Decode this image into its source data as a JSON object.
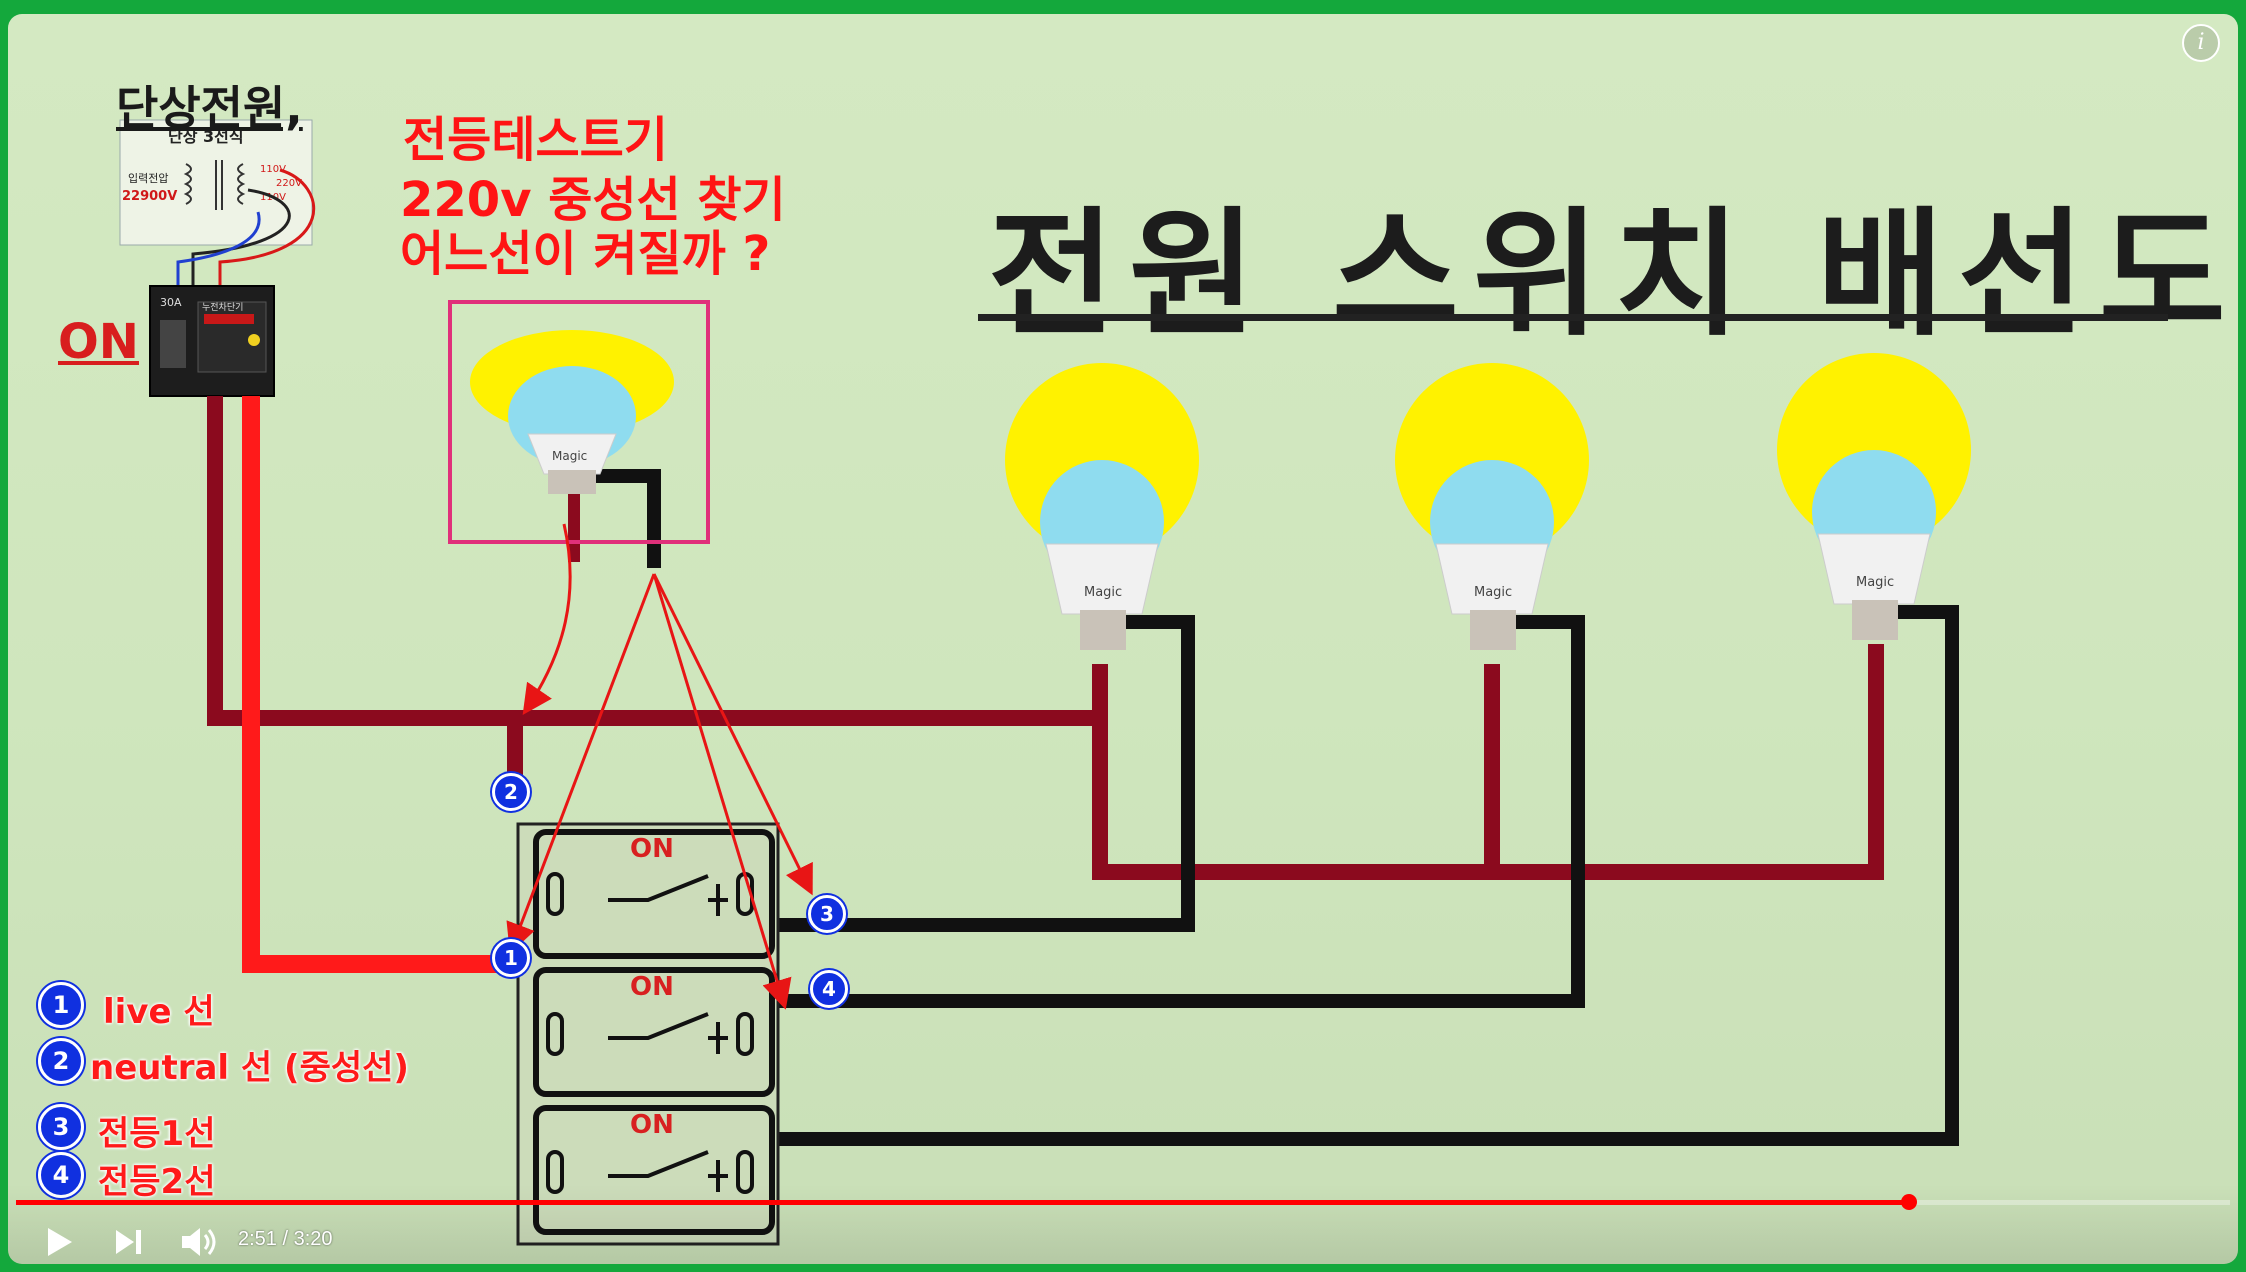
{
  "video": {
    "title_main": "전원 스위치 배선도",
    "tester_lines": [
      "전등테스트기",
      "220v 중성선 찾기",
      "어느선이 켜질까 ?"
    ],
    "single_phase_label": "단상전원,",
    "transformer_title": "단상 3선식",
    "transformer_input_label": "입력전압",
    "transformer_input_voltage": "22900V",
    "transformer_out_110_a": "110V",
    "transformer_out_220": "220V",
    "transformer_out_110_b": "110V",
    "breaker_on": "ON",
    "breaker_rating": "30A",
    "breaker_name": "누전차단기",
    "switch_on_labels": [
      "ON",
      "ON",
      "ON"
    ],
    "bulb_brand": "Magic",
    "nodes": [
      "1",
      "2",
      "3",
      "4"
    ],
    "legend": [
      {
        "num": "1",
        "text": "live 선"
      },
      {
        "num": "2",
        "text": "neutral 선 (중성선)"
      },
      {
        "num": "3",
        "text": "전등1선"
      },
      {
        "num": "4",
        "text": "전등2선"
      }
    ]
  },
  "player": {
    "current_time": "2:51",
    "duration": "3:20",
    "time_display": "2:51 / 3:20",
    "progress": 0.855,
    "icons": [
      "play-icon",
      "next-icon",
      "volume-icon",
      "info-icon"
    ]
  },
  "colors": {
    "background": "#d2e8c0",
    "live_wire": "#ff1a1a",
    "neutral_wire": "#8b0a1e",
    "lamp_wire": "#111111",
    "bulb_glow": "#fff200",
    "bulb_glass": "#8fdcef",
    "badge": "#1030e0",
    "progress": "#ff0000",
    "frame": "#14a83c"
  }
}
